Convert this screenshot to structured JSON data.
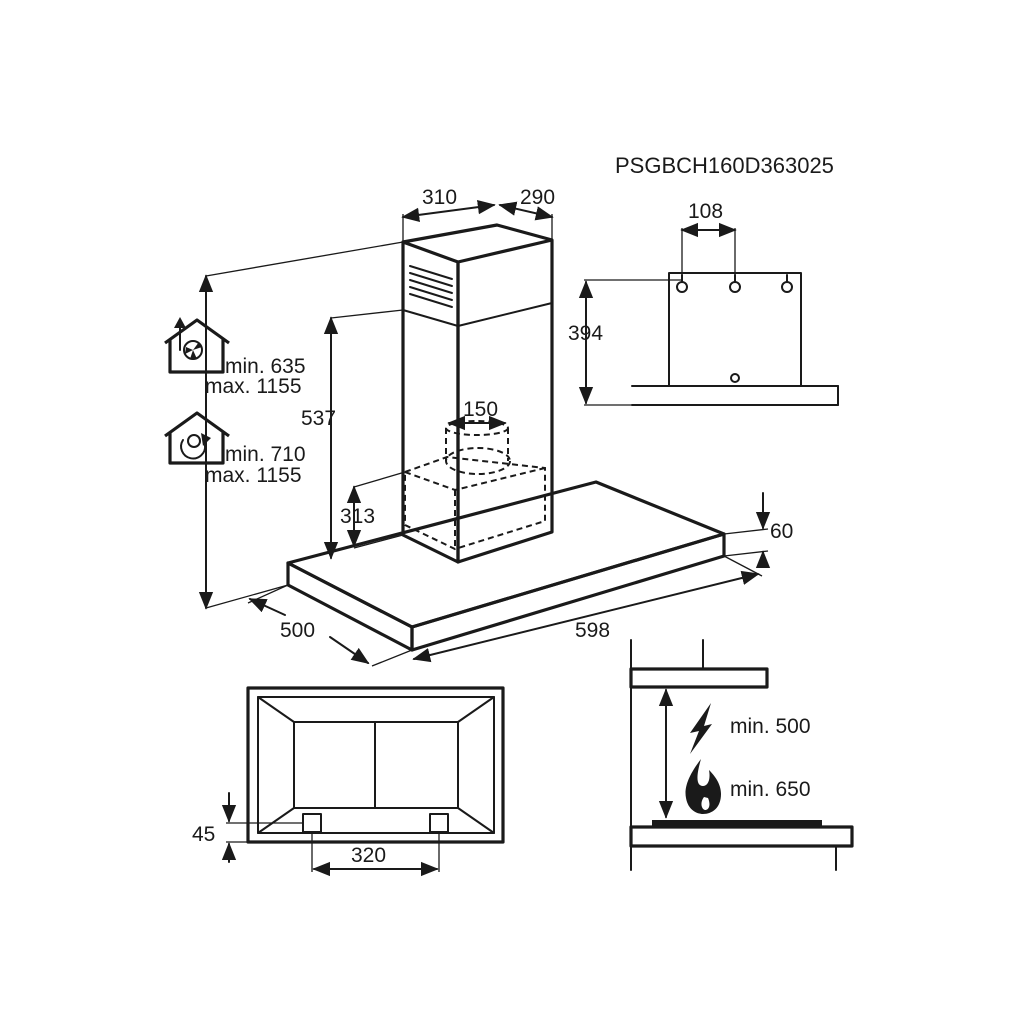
{
  "model_code": "PSGBCH160D363025",
  "dimensions": {
    "chimney_width": "310",
    "chimney_depth": "290",
    "bracket_spacing": "108",
    "bracket_height": "394",
    "duct_diameter": "150",
    "upper_chimney_height": "537",
    "lower_chimney_height": "313",
    "canopy_thickness": "60",
    "canopy_depth": "500",
    "canopy_width": "598",
    "outlet_offset": "45",
    "outlet_spacing": "320"
  },
  "height_ranges": {
    "extraction": {
      "min": "min. 635",
      "max": "max. 1155"
    },
    "recirculation": {
      "min": "min. 710",
      "max": "max. 1155"
    }
  },
  "clearances": {
    "electric": "min. 500",
    "gas": "min. 650"
  },
  "icons": [
    "house-extraction-fan-icon",
    "house-recirculation-fan-icon",
    "lightning-icon",
    "flame-icon"
  ]
}
